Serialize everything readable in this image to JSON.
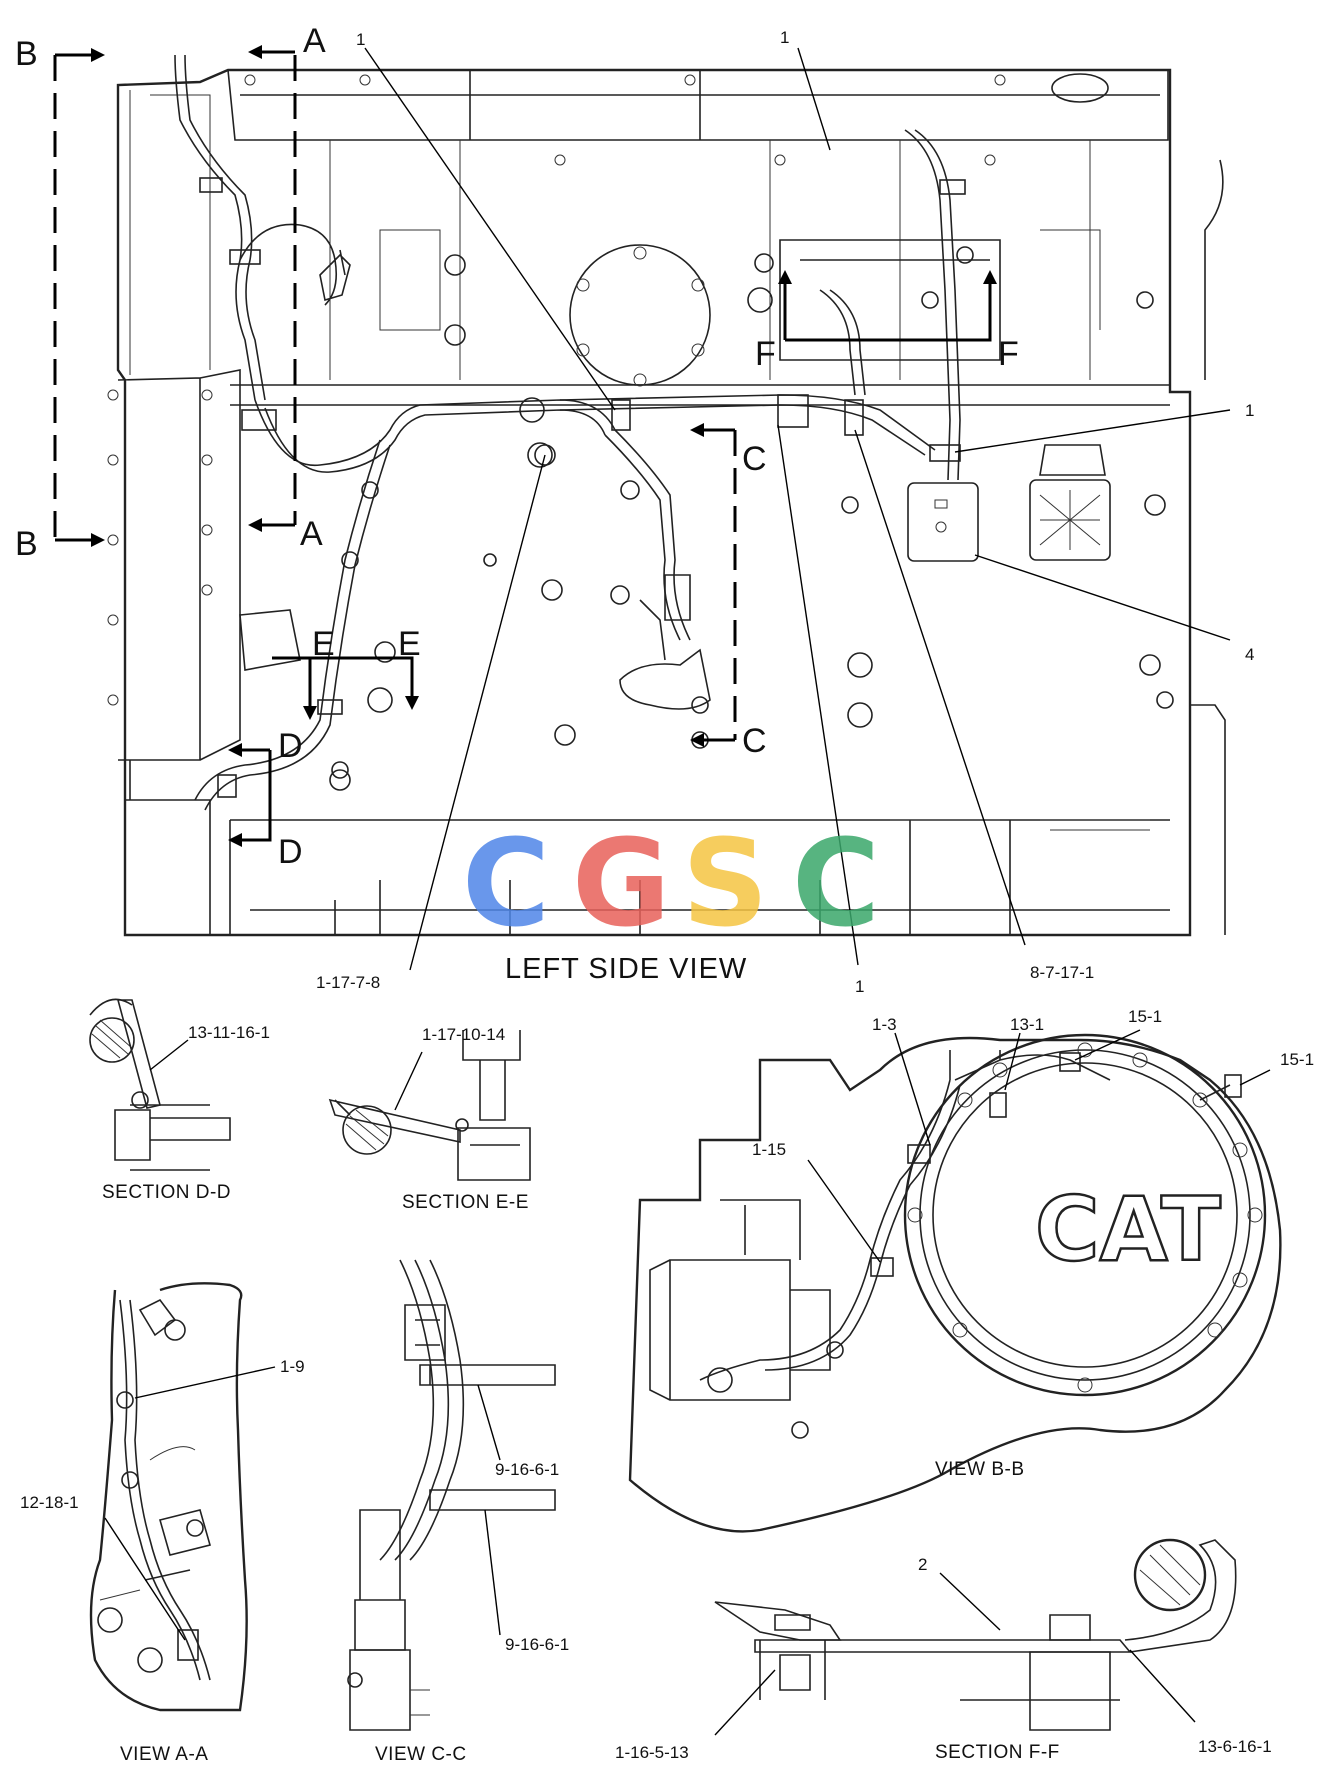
{
  "main_view": {
    "caption": "LEFT SIDE VIEW",
    "section_letters": {
      "a_top": "A",
      "a_bottom": "A",
      "b_top": "B",
      "b_bottom": "B",
      "c_top": "C",
      "c_bottom": "C",
      "d_top": "D",
      "d_bottom": "D",
      "e_left": "E",
      "e_right": "E",
      "f_left": "F",
      "f_right": "F"
    },
    "callouts": {
      "c1_top_left": "1",
      "c1_top_right": "1",
      "c1_right_mid": "1",
      "c4": "4",
      "c_1_17_7_8": "1-17-7-8",
      "c1_bottom": "1",
      "c_8_7_17_1": "8-7-17-1"
    }
  },
  "watermark": {
    "letters": [
      "C",
      "G",
      "S",
      "C"
    ],
    "colors": [
      "#4f86e8",
      "#e8615a",
      "#f5c542",
      "#3aa76b"
    ]
  },
  "section_dd": {
    "caption": "SECTION D-D",
    "callout": "13-11-16-1"
  },
  "section_ee": {
    "caption": "SECTION E-E",
    "callout": "1-17-10-14"
  },
  "view_bb": {
    "caption": "VIEW B-B",
    "logo_text": "CAT",
    "callouts": {
      "c_1_3": "1-3",
      "c_13_1": "13-1",
      "c_15_1_a": "15-1",
      "c_15_1_b": "15-1",
      "c_1_15": "1-15"
    }
  },
  "view_aa": {
    "caption": "VIEW A-A",
    "callouts": {
      "c_1_9": "1-9",
      "c_12_18_1": "12-18-1"
    }
  },
  "view_cc": {
    "caption": "VIEW C-C",
    "callouts": {
      "c_9_16_6_1_a": "9-16-6-1",
      "c_9_16_6_1_b": "9-16-6-1"
    }
  },
  "section_ff": {
    "caption": "SECTION F-F",
    "callouts": {
      "c2": "2",
      "c_1_16_5_13": "1-16-5-13",
      "c_13_6_16_1": "13-6-16-1"
    }
  }
}
